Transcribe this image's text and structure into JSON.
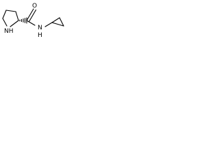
{
  "structure": {
    "atoms": {
      "pyrrolidine_n": "NH",
      "carbonyl_o": "O",
      "amide_n": "N",
      "amide_h": "H"
    }
  }
}
